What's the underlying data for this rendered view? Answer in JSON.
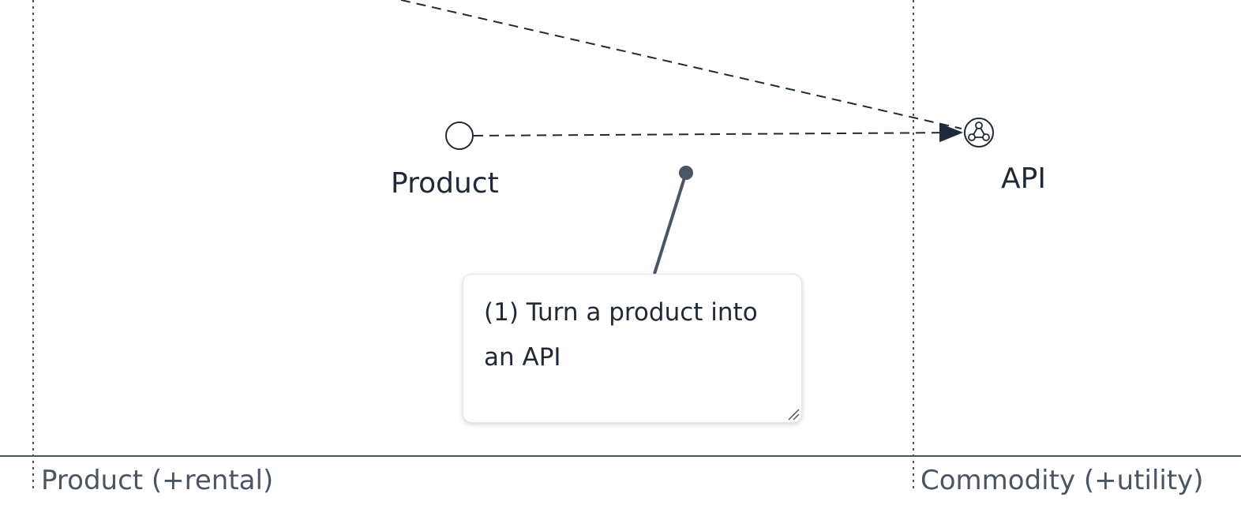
{
  "map": {
    "stages": {
      "left_label": "Product (+rental)",
      "right_label": "Commodity (+utility)"
    },
    "components": [
      {
        "id": "product",
        "label": "Product",
        "icon": "circle-node-icon"
      },
      {
        "id": "api",
        "label": "API",
        "icon": "network-hub-icon"
      }
    ],
    "links": [
      {
        "from": "product",
        "to": "api",
        "style": "dashed-arrow"
      }
    ],
    "note": {
      "text": "(1) Turn a product into an API"
    }
  },
  "colors": {
    "line": "#1f2937",
    "axis": "#4a5563",
    "connector": "#4b5563",
    "note_border": "#e5e7eb"
  }
}
